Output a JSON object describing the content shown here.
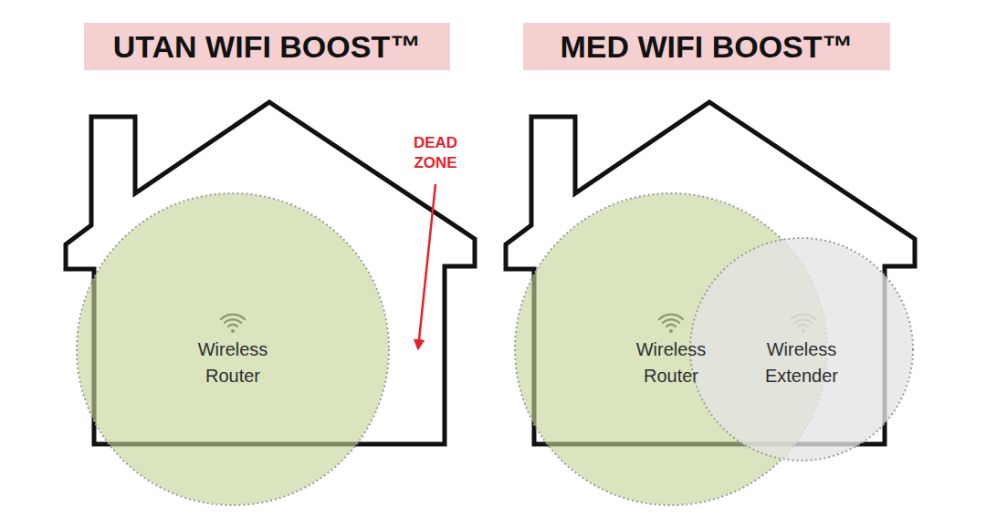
{
  "diagram": {
    "nodes": [
      {
        "text": [
          "UTAN WIFI BOOST™"
        ]
      },
      {
        "text": [
          "Wireless Router"
        ]
      },
      {
        "text": [
          "MED WIFI BOOST™"
        ]
      },
      {
        "text": [
          "Wireless Router"
        ]
      },
      {
        "text": [
          "Wireless Extender"
        ]
      }
    ],
    "labels": [
      "DEAD ZONE"
    ]
  }
}
